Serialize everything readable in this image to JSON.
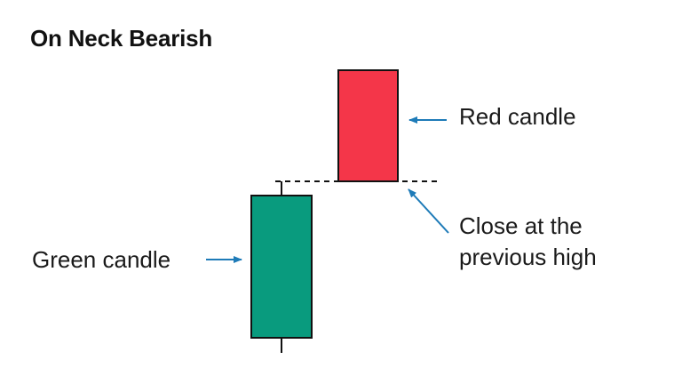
{
  "title": "On Neck Bearish",
  "labels": {
    "red_candle": "Red candle",
    "close_line1": "Close at the",
    "close_line2": "previous high",
    "green_candle": "Green candle"
  },
  "colors": {
    "red_candle": "#F43649",
    "green_candle": "#099B7E",
    "arrow": "#1E7BB8",
    "outline": "#111111"
  }
}
